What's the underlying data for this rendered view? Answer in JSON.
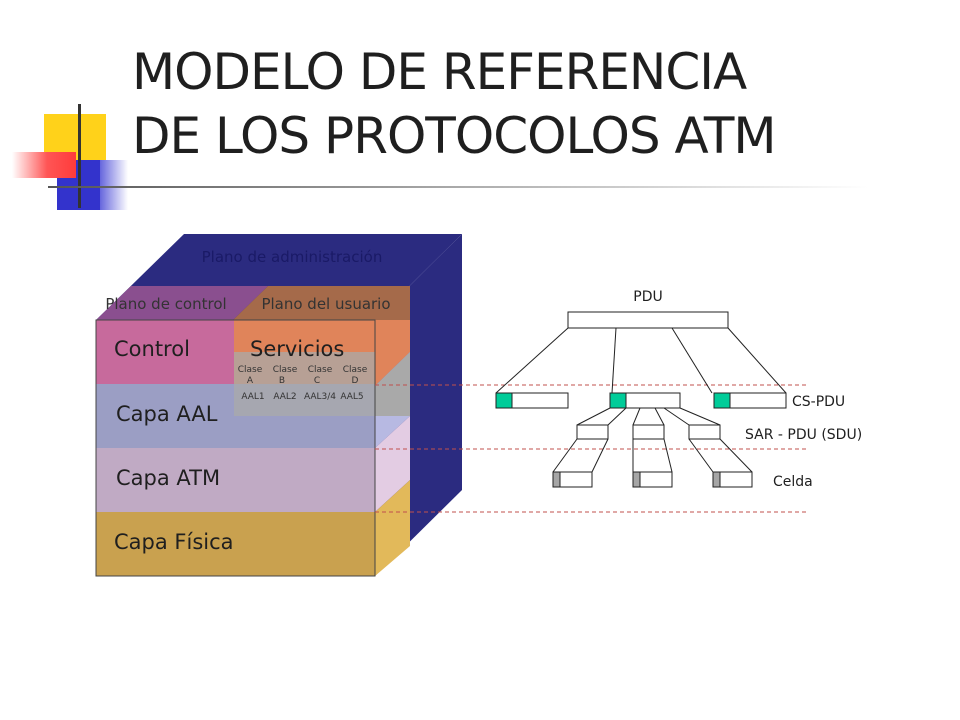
{
  "title": {
    "line1": "MODELO DE REFERENCIA",
    "line2": "DE LOS PROTOCOLOS ATM"
  },
  "cube": {
    "top_label": "Plano de administración",
    "control_plane_label": "Plano de control",
    "user_plane_label": "Plano del usuario",
    "control_label": "Control",
    "services_label": "Servicios",
    "classes": [
      {
        "clase": "Clase",
        "letter": "A",
        "aal": "AAL1"
      },
      {
        "clase": "Clase",
        "letter": "B",
        "aal": "AAL2"
      },
      {
        "clase": "Clase",
        "letter": "C",
        "aal": "AAL3/4"
      },
      {
        "clase": "Clase",
        "letter": "D",
        "aal": "AAL5"
      }
    ],
    "layers": {
      "aal": "Capa AAL",
      "atm": "Capa ATM",
      "fisica": "Capa Física"
    }
  },
  "segmentation": {
    "pdu_label": "PDU",
    "cs_pdu_label": "CS-PDU",
    "sar_pdu_label": "SAR - PDU (SDU)",
    "celda_label": "Celda"
  },
  "colors": {
    "cube_dark": "#2b2b80",
    "control_pink": "#c76a9c",
    "services_orange": "#e0845a",
    "aal_blue": "#9b9ec4",
    "atm_mauve": "#c0aac4",
    "fisica_gold": "#c9a14f",
    "header_green": "#00cc99",
    "guide_red": "#c0504d"
  }
}
